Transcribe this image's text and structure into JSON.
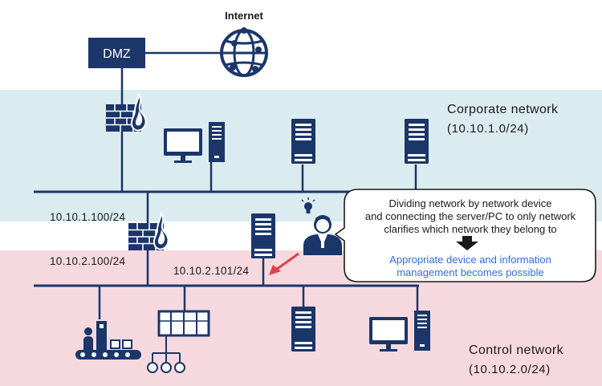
{
  "labels": {
    "internet": "Internet",
    "dmz": "DMZ",
    "corporate_title": "Corporate network",
    "corporate_subnet": "(10.10.1.0/24)",
    "control_title": "Control network",
    "control_subnet": "(10.10.2.0/24)",
    "fw_upper_ip": "10.10.1.100/24",
    "fw_lower_ip": "10.10.2.100/24",
    "server_ip": "10.10.2.101/24"
  },
  "callout": {
    "lines": [
      "Dividing network by network device",
      "and connecting the server/PC to only network",
      "clarifies which network they belong to"
    ],
    "result_lines": [
      "Appropriate device and information",
      "management becomes possible"
    ]
  },
  "colors": {
    "navy": "#1b3668",
    "corporate_zone": "#dbecf1",
    "control_zone": "#f6d9df",
    "result_text": "#2f6fd1",
    "pointer_arrow": "#e0404b",
    "flame": "#ffffff"
  },
  "icons": [
    "globe-icon",
    "firewall-icon",
    "desktop-pc-icon",
    "tower-server-icon",
    "user-icon",
    "lightbulb-icon",
    "factory-conveyor-icon",
    "controller-tree-icon",
    "down-arrow-icon"
  ]
}
